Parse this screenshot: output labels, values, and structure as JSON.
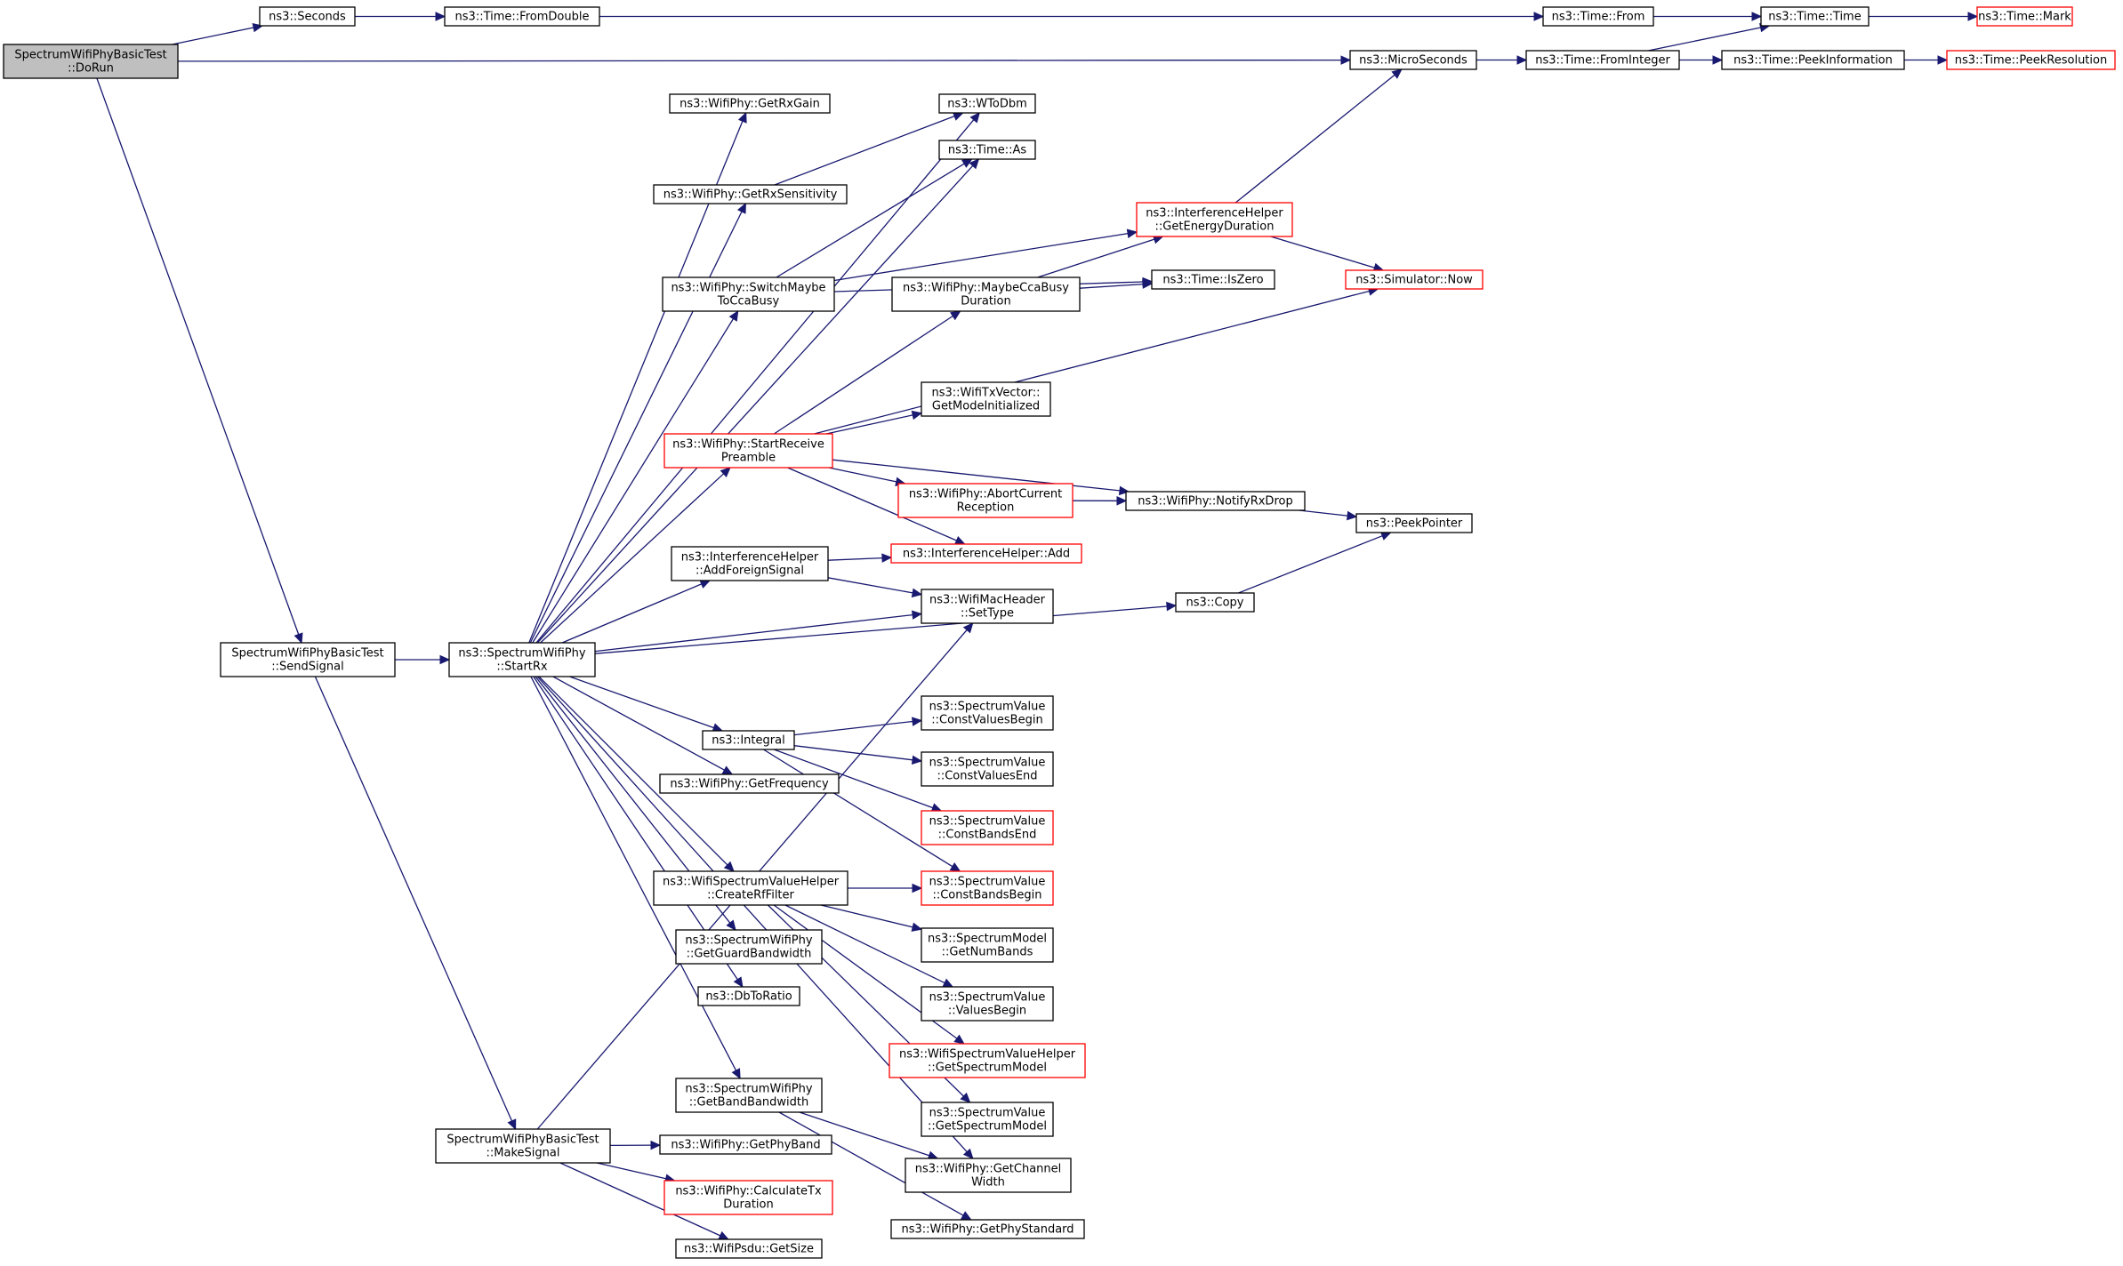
{
  "colors": {
    "edge": "#191970",
    "box_border_normal": "#000000",
    "box_border_truncated": "#ff0000",
    "box_fill": "#ffffff",
    "root_fill": "#bfbfbf",
    "text": "#000000"
  },
  "nodes": [
    {
      "id": "n0",
      "lines": [
        "SpectrumWifiPhyBasicTest",
        "::DoRun"
      ],
      "border": "normal",
      "root": true
    },
    {
      "id": "n1",
      "lines": [
        "ns3::Seconds"
      ],
      "border": "normal"
    },
    {
      "id": "n2",
      "lines": [
        "ns3::Time::FromDouble"
      ],
      "border": "normal"
    },
    {
      "id": "n3",
      "lines": [
        "ns3::Time::From"
      ],
      "border": "normal"
    },
    {
      "id": "n4",
      "lines": [
        "ns3::Time::Time"
      ],
      "border": "normal"
    },
    {
      "id": "n5",
      "lines": [
        "ns3::Time::Mark"
      ],
      "border": "red"
    },
    {
      "id": "n6",
      "lines": [
        "ns3::MicroSeconds"
      ],
      "border": "normal"
    },
    {
      "id": "n7",
      "lines": [
        "ns3::Time::FromInteger"
      ],
      "border": "normal"
    },
    {
      "id": "n8",
      "lines": [
        "ns3::Time::PeekInformation"
      ],
      "border": "normal"
    },
    {
      "id": "n9",
      "lines": [
        "ns3::Time::PeekResolution"
      ],
      "border": "red"
    },
    {
      "id": "n10",
      "lines": [
        "SpectrumWifiPhyBasicTest",
        "::SendSignal"
      ],
      "border": "normal"
    },
    {
      "id": "n11",
      "lines": [
        "ns3::SpectrumWifiPhy",
        "::StartRx"
      ],
      "border": "normal"
    },
    {
      "id": "n12",
      "lines": [
        "ns3::WifiPhy::GetRxGain"
      ],
      "border": "normal"
    },
    {
      "id": "n13",
      "lines": [
        "ns3::WToDbm"
      ],
      "border": "normal"
    },
    {
      "id": "n14",
      "lines": [
        "ns3::Time::As"
      ],
      "border": "normal"
    },
    {
      "id": "n15",
      "lines": [
        "ns3::WifiPhy::GetRxSensitivity"
      ],
      "border": "normal"
    },
    {
      "id": "n16",
      "lines": [
        "ns3::InterferenceHelper",
        "::GetEnergyDuration"
      ],
      "border": "red"
    },
    {
      "id": "n17",
      "lines": [
        "ns3::WifiPhy::SwitchMaybe",
        "ToCcaBusy"
      ],
      "border": "normal"
    },
    {
      "id": "n18",
      "lines": [
        "ns3::WifiPhy::MaybeCcaBusy",
        "Duration"
      ],
      "border": "normal"
    },
    {
      "id": "n19",
      "lines": [
        "ns3::Time::IsZero"
      ],
      "border": "normal"
    },
    {
      "id": "n20",
      "lines": [
        "ns3::Simulator::Now"
      ],
      "border": "red"
    },
    {
      "id": "n21",
      "lines": [
        "ns3::WifiTxVector::",
        "GetModeInitialized"
      ],
      "border": "normal"
    },
    {
      "id": "n22",
      "lines": [
        "ns3::WifiPhy::StartReceive",
        "Preamble"
      ],
      "border": "red"
    },
    {
      "id": "n23",
      "lines": [
        "ns3::WifiPhy::AbortCurrent",
        "Reception"
      ],
      "border": "red"
    },
    {
      "id": "n24",
      "lines": [
        "ns3::WifiPhy::NotifyRxDrop"
      ],
      "border": "normal"
    },
    {
      "id": "n25",
      "lines": [
        "ns3::PeekPointer"
      ],
      "border": "normal"
    },
    {
      "id": "n26",
      "lines": [
        "ns3::InterferenceHelper",
        "::AddForeignSignal"
      ],
      "border": "normal"
    },
    {
      "id": "n27",
      "lines": [
        "ns3::InterferenceHelper::Add"
      ],
      "border": "red"
    },
    {
      "id": "n28",
      "lines": [
        "ns3::WifiMacHeader",
        "::SetType"
      ],
      "border": "normal"
    },
    {
      "id": "n29",
      "lines": [
        "ns3::Copy"
      ],
      "border": "normal"
    },
    {
      "id": "n30",
      "lines": [
        "ns3::Integral"
      ],
      "border": "normal"
    },
    {
      "id": "n31",
      "lines": [
        "ns3::SpectrumValue",
        "::ConstValuesBegin"
      ],
      "border": "normal"
    },
    {
      "id": "n32",
      "lines": [
        "ns3::SpectrumValue",
        "::ConstValuesEnd"
      ],
      "border": "normal"
    },
    {
      "id": "n33",
      "lines": [
        "ns3::SpectrumValue",
        "::ConstBandsEnd"
      ],
      "border": "red"
    },
    {
      "id": "n34",
      "lines": [
        "ns3::WifiPhy::GetFrequency"
      ],
      "border": "normal"
    },
    {
      "id": "n35",
      "lines": [
        "ns3::WifiSpectrumValueHelper",
        "::CreateRfFilter"
      ],
      "border": "normal"
    },
    {
      "id": "n36",
      "lines": [
        "ns3::SpectrumValue",
        "::ConstBandsBegin"
      ],
      "border": "red"
    },
    {
      "id": "n37",
      "lines": [
        "ns3::SpectrumModel",
        "::GetNumBands"
      ],
      "border": "normal"
    },
    {
      "id": "n38",
      "lines": [
        "ns3::SpectrumWifiPhy",
        "::GetGuardBandwidth"
      ],
      "border": "normal"
    },
    {
      "id": "n39",
      "lines": [
        "ns3::SpectrumValue",
        "::ValuesBegin"
      ],
      "border": "normal"
    },
    {
      "id": "n40",
      "lines": [
        "ns3::DbToRatio"
      ],
      "border": "normal"
    },
    {
      "id": "n41",
      "lines": [
        "ns3::WifiSpectrumValueHelper",
        "::GetSpectrumModel"
      ],
      "border": "red"
    },
    {
      "id": "n42",
      "lines": [
        "ns3::SpectrumValue",
        "::GetSpectrumModel"
      ],
      "border": "normal"
    },
    {
      "id": "n43",
      "lines": [
        "ns3::SpectrumWifiPhy",
        "::GetBandBandwidth"
      ],
      "border": "normal"
    },
    {
      "id": "n44",
      "lines": [
        "SpectrumWifiPhyBasicTest",
        "::MakeSignal"
      ],
      "border": "normal"
    },
    {
      "id": "n45",
      "lines": [
        "ns3::WifiPhy::GetPhyBand"
      ],
      "border": "normal"
    },
    {
      "id": "n46",
      "lines": [
        "ns3::WifiPhy::GetChannel",
        "Width"
      ],
      "border": "normal"
    },
    {
      "id": "n47",
      "lines": [
        "ns3::WifiPhy::CalculateTx",
        "Duration"
      ],
      "border": "red"
    },
    {
      "id": "n48",
      "lines": [
        "ns3::WifiPhy::GetPhyStandard"
      ],
      "border": "normal"
    },
    {
      "id": "n49",
      "lines": [
        "ns3::WifiPsdu::GetSize"
      ],
      "border": "normal"
    }
  ],
  "edges": [
    [
      "n0",
      "n1"
    ],
    [
      "n0",
      "n6"
    ],
    [
      "n0",
      "n10"
    ],
    [
      "n1",
      "n2"
    ],
    [
      "n2",
      "n3"
    ],
    [
      "n3",
      "n4"
    ],
    [
      "n4",
      "n5"
    ],
    [
      "n6",
      "n7"
    ],
    [
      "n7",
      "n4"
    ],
    [
      "n7",
      "n8"
    ],
    [
      "n8",
      "n9"
    ],
    [
      "n10",
      "n11"
    ],
    [
      "n10",
      "n44"
    ],
    [
      "n11",
      "n12"
    ],
    [
      "n11",
      "n13"
    ],
    [
      "n11",
      "n15"
    ],
    [
      "n11",
      "n14"
    ],
    [
      "n11",
      "n17"
    ],
    [
      "n11",
      "n22"
    ],
    [
      "n11",
      "n26"
    ],
    [
      "n11",
      "n28"
    ],
    [
      "n11",
      "n29"
    ],
    [
      "n11",
      "n30"
    ],
    [
      "n11",
      "n34"
    ],
    [
      "n11",
      "n35"
    ],
    [
      "n11",
      "n38"
    ],
    [
      "n11",
      "n40"
    ],
    [
      "n11",
      "n46"
    ],
    [
      "n11",
      "n43"
    ],
    [
      "n15",
      "n13"
    ],
    [
      "n16",
      "n6"
    ],
    [
      "n16",
      "n20"
    ],
    [
      "n17",
      "n14"
    ],
    [
      "n17",
      "n16"
    ],
    [
      "n17",
      "n19"
    ],
    [
      "n18",
      "n16"
    ],
    [
      "n18",
      "n19"
    ],
    [
      "n22",
      "n18"
    ],
    [
      "n22",
      "n20"
    ],
    [
      "n22",
      "n21"
    ],
    [
      "n22",
      "n23"
    ],
    [
      "n22",
      "n24"
    ],
    [
      "n22",
      "n27"
    ],
    [
      "n23",
      "n24"
    ],
    [
      "n24",
      "n25"
    ],
    [
      "n26",
      "n27"
    ],
    [
      "n26",
      "n28"
    ],
    [
      "n29",
      "n25"
    ],
    [
      "n30",
      "n31"
    ],
    [
      "n30",
      "n32"
    ],
    [
      "n30",
      "n33"
    ],
    [
      "n30",
      "n36"
    ],
    [
      "n35",
      "n36"
    ],
    [
      "n35",
      "n37"
    ],
    [
      "n35",
      "n39"
    ],
    [
      "n35",
      "n41"
    ],
    [
      "n35",
      "n42"
    ],
    [
      "n43",
      "n46"
    ],
    [
      "n43",
      "n48"
    ],
    [
      "n44",
      "n45"
    ],
    [
      "n44",
      "n47"
    ],
    [
      "n44",
      "n49"
    ],
    [
      "n44",
      "n28"
    ]
  ]
}
